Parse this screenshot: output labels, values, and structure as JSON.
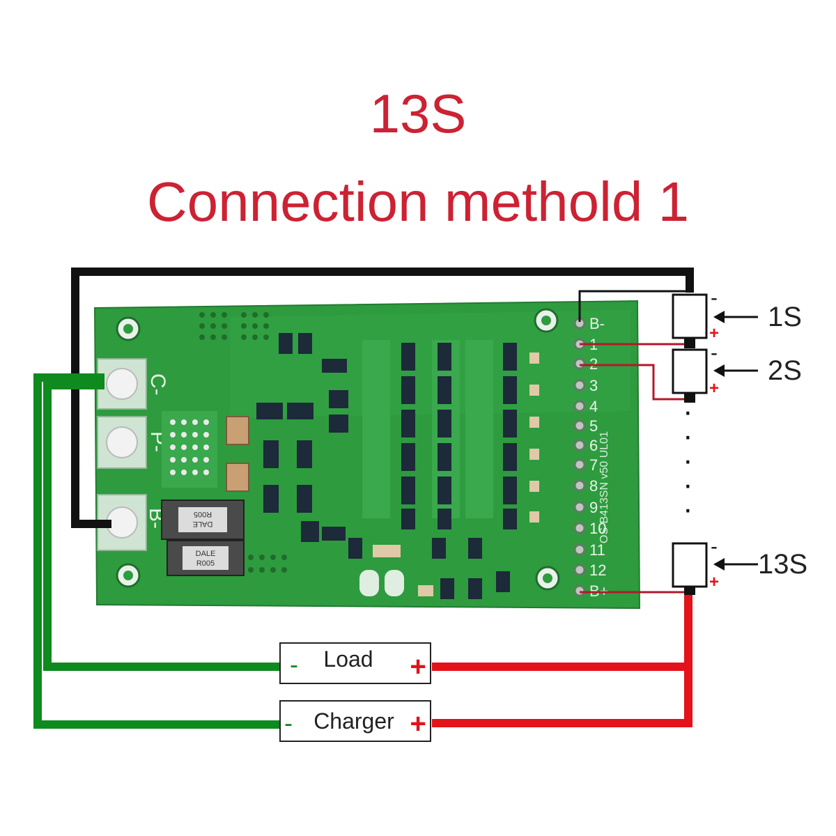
{
  "title": "13S",
  "subtitle": "Connection methold 1",
  "colors": {
    "title": "#cc2233",
    "board": "#2e9b3e",
    "wire_black": "#111111",
    "wire_green": "#0e8a1e",
    "wire_red": "#e3121b",
    "sense_wire": "#b2182b"
  },
  "board": {
    "terminals": [
      "C-",
      "P-",
      "B-"
    ],
    "pins": [
      "B-",
      "1",
      "2",
      "3",
      "4",
      "5",
      "6",
      "7",
      "8",
      "9",
      "10",
      "11",
      "12",
      "B+"
    ],
    "resistor_marking": [
      "DALE",
      "R005"
    ],
    "silkscreen": "OS-B413SN v50 UL01"
  },
  "cells": [
    {
      "label": "1S",
      "neg": "-",
      "pos": "+"
    },
    {
      "label": "2S",
      "neg": "-",
      "pos": "+"
    },
    {
      "label": "13S",
      "neg": "-",
      "pos": "+"
    }
  ],
  "ellipsis": "·",
  "boxes": {
    "load": {
      "label": "Load",
      "neg": "-",
      "pos": "+"
    },
    "charger": {
      "label": "Charger",
      "neg": "-",
      "pos": "+"
    }
  }
}
